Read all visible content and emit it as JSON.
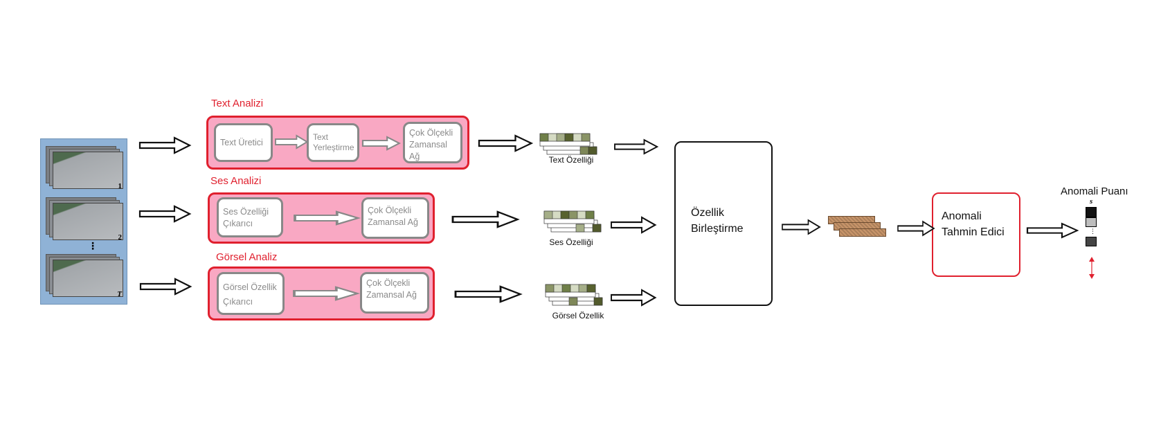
{
  "sections": {
    "text": {
      "title": "Text Analizi",
      "box1": "Text Üretici",
      "box2_line1": "Text",
      "box2_line2": "Yerleştirme",
      "box3_line1": "Çok Ölçekli",
      "box3_line2": "Zamansal Ağ",
      "feature": "Text Özelliği"
    },
    "audio": {
      "title": "Ses Analizi",
      "box1_line1": "Ses Özelliği",
      "box1_line2": "Çıkarıcı",
      "box2_line1": "Çok Ölçekli",
      "box2_line2": "Zamansal Ağ",
      "feature": "Ses Özelliği"
    },
    "visual": {
      "title": "Görsel Analiz",
      "box1_line1": "Görsel Özellik",
      "box1_line2": "Çıkarıcı",
      "box2_line1": "Çok Ölçekli",
      "box2_line2": "Zamansal Ağ",
      "feature": "Görsel Özellik"
    }
  },
  "fusion": {
    "line1": "Özellik",
    "line2": "Birleştirme"
  },
  "predictor": {
    "line1": "Anomali",
    "line2": "Tahmin Edici"
  },
  "score": {
    "title": "Anomali Puanı",
    "symbol": "s"
  },
  "frames": {
    "labels": [
      "1",
      "2",
      "T"
    ],
    "ellipsis": "⋮"
  },
  "colors": {
    "accent_red": "#e0202e",
    "group_fill": "#f9a8c3",
    "frame_panel": "#8fb2d6",
    "fused_feature": "#c8956a"
  }
}
